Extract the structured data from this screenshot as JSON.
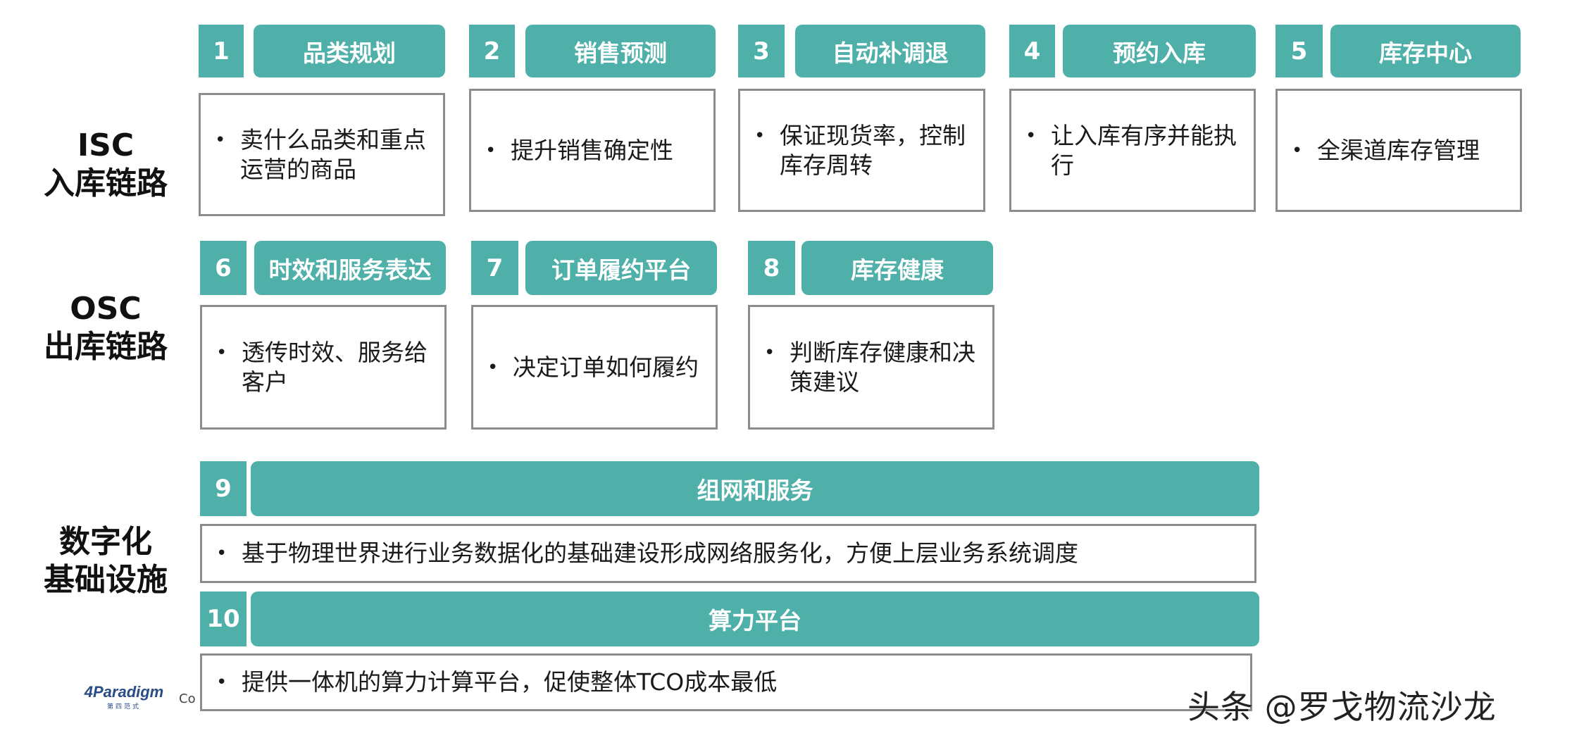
{
  "rows": {
    "isc": {
      "line1": "ISC",
      "line2": "入库链路"
    },
    "osc": {
      "line1": "OSC",
      "line2": "出库链路"
    },
    "digital": {
      "line1": "数字化",
      "line2": "基础设施"
    }
  },
  "cards": [
    {
      "num": "1",
      "title": "品类规划",
      "text": "卖什么品类和重点运营的商品"
    },
    {
      "num": "2",
      "title": "销售预测",
      "text": "提升销售确定性"
    },
    {
      "num": "3",
      "title": "自动补调退",
      "text": "保证现货率，控制库存周转"
    },
    {
      "num": "4",
      "title": "预约入库",
      "text": "让入库有序并能执行"
    },
    {
      "num": "5",
      "title": "库存中心",
      "text": "全渠道库存管理"
    },
    {
      "num": "6",
      "title": "时效和服务表达",
      "text": "透传时效、服务给客户"
    },
    {
      "num": "7",
      "title": "订单履约平台",
      "text": "决定订单如何履约"
    },
    {
      "num": "8",
      "title": "库存健康",
      "text": "判断库存健康和决策建议"
    },
    {
      "num": "9",
      "title": "组网和服务",
      "text": "基于物理世界进行业务数据化的基础建设形成网络服务化，方便上层业务系统调度"
    },
    {
      "num": "10",
      "title": "算力平台",
      "text": "提供一体机的算力计算平台，促使整体TCO成本最低"
    }
  ],
  "bullet_char": "•",
  "footer": {
    "logo_text": "4Paradigm",
    "logo_sub": "第四范式",
    "copyright": "Co"
  },
  "watermark": "头条 @罗戈物流沙龙",
  "colors": {
    "accent": "#4fb0aa",
    "box_border": "#8c8c8c"
  }
}
